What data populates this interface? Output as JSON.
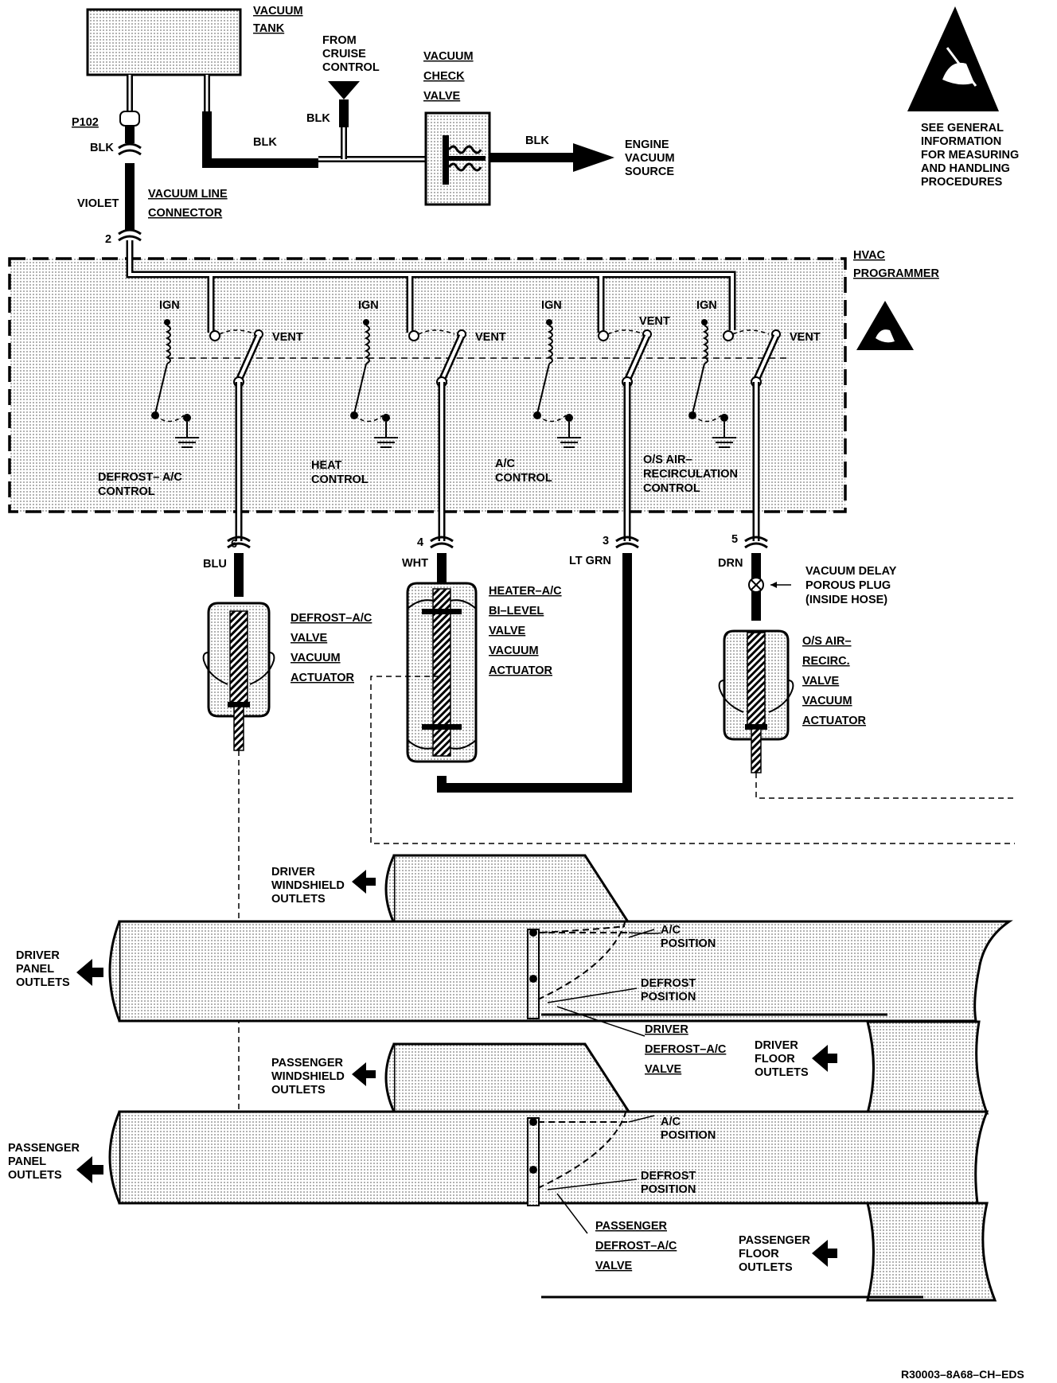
{
  "components": {
    "vacuum_tank": [
      "VACUUM",
      "TANK"
    ],
    "from_cruise": [
      "FROM",
      "CRUISE",
      "CONTROL"
    ],
    "check_valve": [
      "VACUUM",
      "CHECK",
      "VALVE"
    ],
    "engine_source": [
      "ENGINE",
      "VACUUM",
      "SOURCE"
    ],
    "vacuum_line_connector": [
      "VACUUM LINE",
      "CONNECTOR"
    ],
    "hvac_programmer": [
      "HVAC",
      "PROGRAMMER"
    ],
    "esd_note": [
      "SEE GENERAL",
      "INFORMATION",
      "FOR MEASURING",
      "AND HANDLING",
      "PROCEDURES"
    ],
    "delay_plug": [
      "VACUUM DELAY",
      "POROUS PLUG",
      "(INSIDE HOSE)"
    ],
    "defrost_actuator": [
      "DEFROST–A/C",
      "VALVE",
      "VACUUM",
      "ACTUATOR"
    ],
    "bilevel_actuator": [
      "HEATER–A/C",
      "BI–LEVEL",
      "VALVE",
      "VACUUM",
      "ACTUATOR"
    ],
    "recirc_actuator": [
      "O/S AIR–",
      "RECIRC.",
      "VALVE",
      "VACUUM",
      "ACTUATOR"
    ]
  },
  "connectors": {
    "p102": "P102",
    "pin2": "2",
    "pin6": "6",
    "pin4": "4",
    "pin3": "3",
    "pin5": "5"
  },
  "wires": {
    "blk": "BLK",
    "violet": "VIOLET",
    "blu": "BLU",
    "wht": "WHT",
    "lt_grn": "LT GRN",
    "drn": "DRN"
  },
  "switch_labels": {
    "ign": "IGN",
    "vent": "VENT"
  },
  "controls": {
    "defrost": [
      "DEFROST– A/C",
      "CONTROL"
    ],
    "heat": [
      "HEAT",
      "CONTROL"
    ],
    "ac": [
      "A/C",
      "CONTROL"
    ],
    "recirc": [
      "O/S AIR–",
      "RECIRCULATION",
      "CONTROL"
    ]
  },
  "outlets": {
    "driver_windshield": [
      "DRIVER",
      "WINDSHIELD",
      "OUTLETS"
    ],
    "driver_panel": [
      "DRIVER",
      "PANEL",
      "OUTLETS"
    ],
    "driver_floor": [
      "DRIVER",
      "FLOOR",
      "OUTLETS"
    ],
    "passenger_windshield": [
      "PASSENGER",
      "WINDSHIELD",
      "OUTLETS"
    ],
    "passenger_panel": [
      "PASSENGER",
      "PANEL",
      "OUTLETS"
    ],
    "passenger_floor": [
      "PASSENGER",
      "FLOOR",
      "OUTLETS"
    ]
  },
  "valve_positions": {
    "ac": [
      "A/C",
      "POSITION"
    ],
    "defrost": [
      "DEFROST",
      "POSITION"
    ],
    "driver_valve": [
      "DRIVER",
      "DEFROST–A/C",
      "VALVE"
    ],
    "passenger_valve": [
      "PASSENGER",
      "DEFROST–A/C",
      "VALVE"
    ]
  },
  "footer": {
    "code": "R30003–8A68–CH–EDS"
  },
  "icons": [
    "esd-warning-icon",
    "arrow-right-icon",
    "arrow-left-icon"
  ],
  "colors": {
    "ink": "#000000",
    "fill": "#e2e2e2",
    "paper": "#ffffff"
  }
}
